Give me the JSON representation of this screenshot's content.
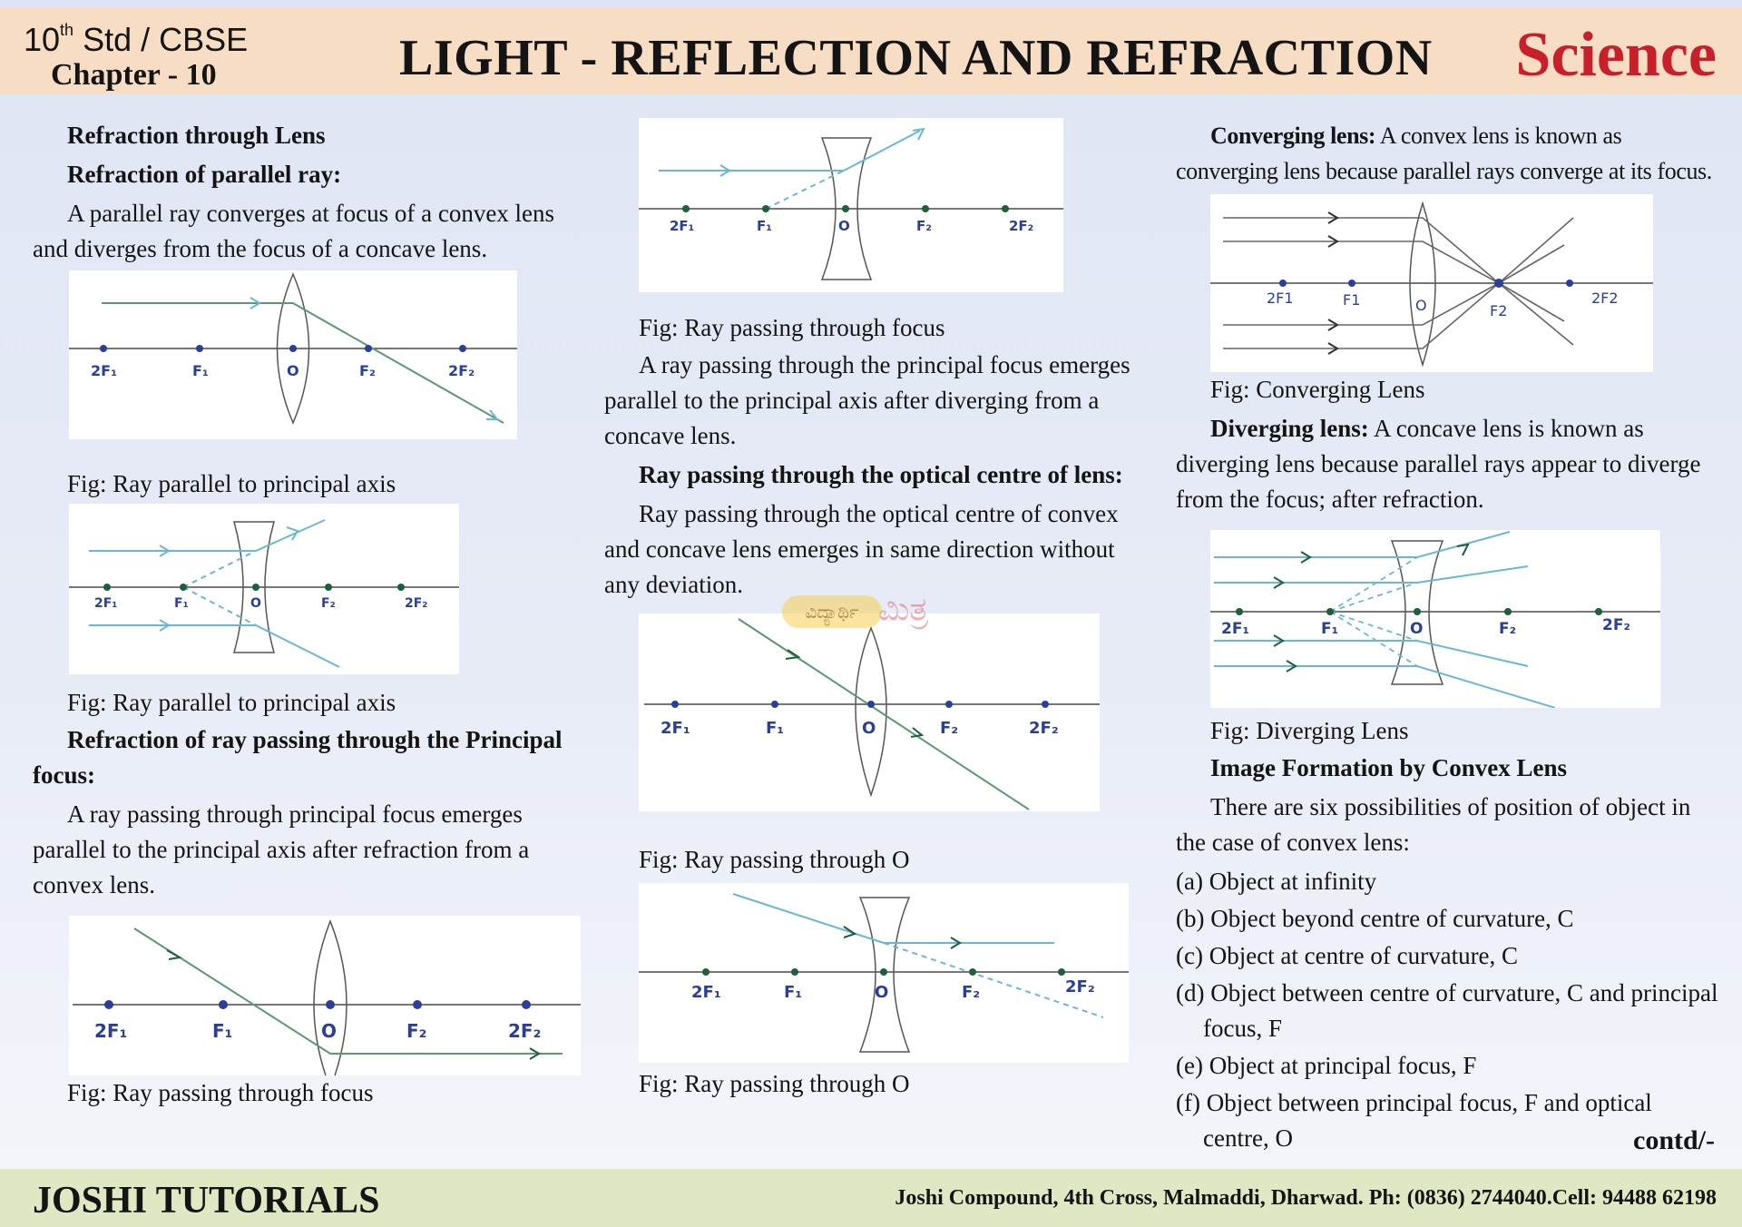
{
  "header": {
    "std": "10",
    "std_sup": "th",
    "std_rest": " Std / CBSE",
    "chapter": "Chapter - 10",
    "title": "LIGHT - REFLECTION AND REFRACTION",
    "subject": "Science"
  },
  "labels": {
    "two_f1": "2F₁",
    "f1": "F₁",
    "o": "O",
    "f2": "F₂",
    "two_f2": "2F₂",
    "two_f1_plain": "2F1",
    "f1_plain": "F1",
    "f2_plain": "F2",
    "two_f2_plain": "2F2"
  },
  "col1": {
    "heading1": "Refraction through Lens",
    "heading2": "Refraction of parallel ray:",
    "para1": "A parallel ray converges at focus of a convex lens and diverges from the focus of a concave lens.",
    "fig1_caption": "Fig: Ray parallel to principal axis",
    "fig2_caption": "Fig: Ray parallel to principal axis",
    "heading3": "Refraction of ray passing through the Principal focus:",
    "para2": "A ray passing through principal focus emerges parallel to the principal axis after refraction from a convex lens.",
    "fig3_caption": "Fig: Ray passing through focus"
  },
  "col2": {
    "fig1_caption": "Fig: Ray passing through focus",
    "para1": "A ray passing through the principal focus emerges parallel to the principal axis after diverging from a concave lens.",
    "heading1": "Ray passing through the optical centre of lens:",
    "para2": "Ray passing through the optical centre of convex and concave lens emerges in same direction without any deviation.",
    "fig2_caption": "Fig: Ray passing through O",
    "fig3_caption": "Fig: Ray passing through O"
  },
  "col3": {
    "converging_term": "Converging lens:",
    "converging_text": " A convex lens is known as converging lens because parallel rays converge at its focus.",
    "fig1_caption": "Fig: Converging Lens",
    "diverging_term": "Diverging lens:",
    "diverging_text": " A concave lens is known as diverging lens because parallel rays appear to diverge from the focus; after refraction.",
    "fig2_caption": "Fig: Diverging Lens",
    "heading1": "Image Formation by Convex Lens",
    "para1": "There are six possibilities of position of object in the case of convex lens:",
    "items": [
      "(a) Object at infinity",
      "(b) Object beyond centre of curvature, C",
      "(c) Object at centre of curvature, C",
      "(d) Object between centre of curvature, C and principal focus, F",
      "(e) Object at principal focus, F",
      "(f) Object between principal focus, F and optical centre, O"
    ],
    "contd": "contd/-"
  },
  "watermark": {
    "left": "ವಿದ್ಯಾರ್ಥಿ",
    "right": "ಮಿತ್ರ"
  },
  "footer": {
    "brand": "JOSHI TUTORIALS",
    "address": "Joshi Compound, 4th Cross, Malmaddi, Dharwad. Ph: (0836) 2744040.Cell: 94488 62198"
  },
  "colors": {
    "header_bg": "#f7ddc4",
    "footer_bg": "#dfe8c2",
    "subject_red": "#c8202a",
    "ray_green": "#5a9a72",
    "ray_blue": "#6ab7d6",
    "label_blue": "#2a3f9a",
    "point_green": "#1f5f3c"
  }
}
